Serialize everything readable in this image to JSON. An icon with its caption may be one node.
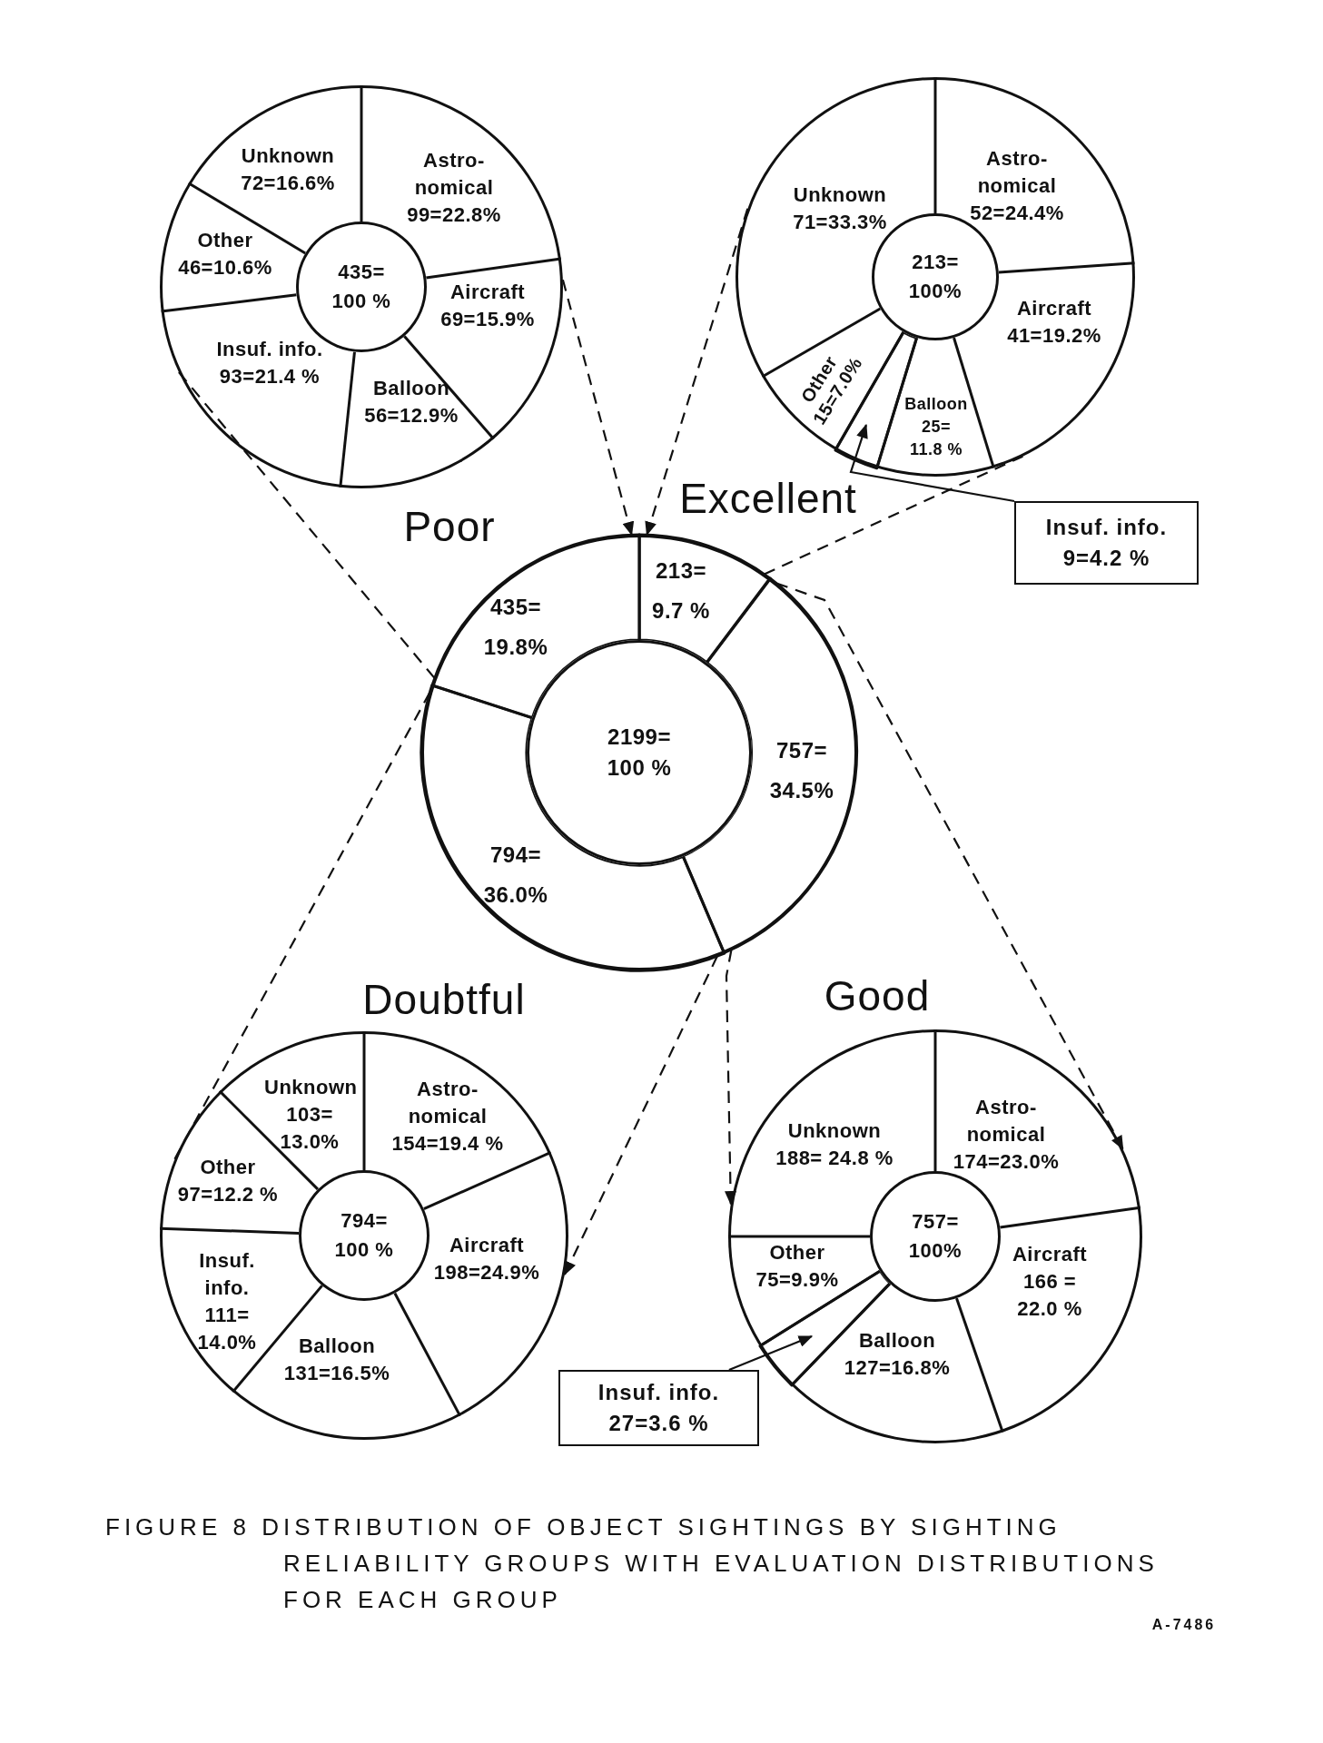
{
  "diagram": {
    "caption": "FIGURE 8 DISTRIBUTION OF OBJECT SIGHTINGS BY SIGHTING RELIABILITY GROUPS WITH EVALUATION DISTRIBUTIONS FOR EACH GROUP",
    "nodes": [
      {
        "text": [],
        "shape": "circle"
      },
      {
        "text": [
          "435= 100 %"
        ],
        "in": 0
      },
      {
        "text": [
          "Unknown 72=16.6%"
        ],
        "in": 0
      },
      {
        "text": [
          "Astro- nomical 99=22.8%"
        ],
        "in": 0
      },
      {
        "text": [
          "Other 46=10.6%"
        ],
        "in": 0
      },
      {
        "text": [
          "Aircraft 69=15.9%"
        ],
        "in": 0
      },
      {
        "text": [
          "Insuf. info. 93=21.4 %"
        ],
        "in": 0
      },
      {
        "text": [
          "Balloon 56=12.9%"
        ],
        "in": 0
      },
      {
        "text": [],
        "shape": "circle"
      },
      {
        "text": [
          "213= 100%"
        ],
        "in": 8
      },
      {
        "text": [
          "Astro- nomical 52=24.4%"
        ],
        "in": 8
      },
      {
        "text": [
          "Unknown 71=33.3%"
        ],
        "in": 8
      },
      {
        "text": [
          "Aircraft 41=19.2%"
        ],
        "in": 8
      },
      {
        "text": [
          "Other 15=7.0%"
        ],
        "in": 8
      },
      {
        "text": [
          "Balloon 25= 11.8 %"
        ],
        "in": 8
      },
      {
        "text": [],
        "shape": "wedge",
        "in": 8
      },
      {
        "text": [
          "Insuf. info. 9=4.2 %"
        ]
      },
      {
        "text": [],
        "shape": "circle"
      },
      {
        "text": [
          "213= 9.7 %"
        ],
        "in": 17
      },
      {
        "text": [
          "435= 19.8%"
        ],
        "in": 17
      },
      {
        "text": [
          "2199= 100 %"
        ],
        "in": 17
      },
      {
        "text": [
          "757= 34.5%"
        ],
        "in": 17
      },
      {
        "text": [
          "794= 36.0%"
        ],
        "in": 17
      },
      {
        "text": [],
        "shape": "circle"
      },
      {
        "text": [
          "Unknown 103= 13.0%"
        ],
        "in": 23
      },
      {
        "text": [
          "Astro- nomical 154=19.4 %"
        ],
        "in": 23
      },
      {
        "text": [
          "Other 97=12.2 %"
        ],
        "in": 23
      },
      {
        "text": [
          "794= 100 %"
        ],
        "in": 23
      },
      {
        "text": [
          "Insuf. info. 111= 14.0%"
        ],
        "in": 23
      },
      {
        "text": [
          "Aircraft 198=24.9%"
        ],
        "in": 23
      },
      {
        "text": [
          "Balloon 131=16.5%"
        ],
        "in": 23
      },
      {
        "text": [],
        "shape": "circle"
      },
      {
        "text": [
          "Unknown 188= 24.8 %"
        ],
        "in": 31
      },
      {
        "text": [
          "Astro- nomical 174=23.0%"
        ],
        "in": 31
      },
      {
        "text": [
          "757= 100%"
        ],
        "in": 31
      },
      {
        "text": [
          "Other 75=9.9%"
        ],
        "in": 31
      },
      {
        "text": [
          "Aircraft 166 = 22.0 %"
        ],
        "in": 31
      },
      {
        "text": [
          "Balloon 127=16.8%"
        ],
        "in": 31
      },
      {
        "text": [],
        "shape": "wedge",
        "in": 31
      },
      {
        "text": [
          "Insuf. info. 27=3.6 %"
        ]
      }
    ],
    "edges": [
      {
        "from": 0,
        "to": 19,
        "arrow": "to",
        "style": "dashed"
      },
      {
        "from": 8,
        "to": 18,
        "arrow": "to",
        "style": "dashed"
      },
      {
        "from": 19,
        "to": 0,
        "arrow": "none",
        "style": "dashed"
      },
      {
        "from": 18,
        "to": 8,
        "arrow": "none",
        "style": "dashed"
      },
      {
        "from": 21,
        "to": 31,
        "arrow": "to",
        "style": "dashed"
      },
      {
        "from": 21,
        "to": 31,
        "arrow": "to",
        "style": "dashed"
      },
      {
        "from": 22,
        "to": 23,
        "arrow": "none",
        "style": "dashed"
      },
      {
        "from": 22,
        "to": 23,
        "arrow": "to",
        "style": "dashed"
      },
      {
        "from": 16,
        "to": 15,
        "arrow": "to"
      },
      {
        "from": 39,
        "to": 38,
        "arrow": "to"
      }
    ],
    "labels": [
      "Poor",
      "Excellent",
      "Doubtful",
      "Good",
      "A-7486"
    ]
  }
}
